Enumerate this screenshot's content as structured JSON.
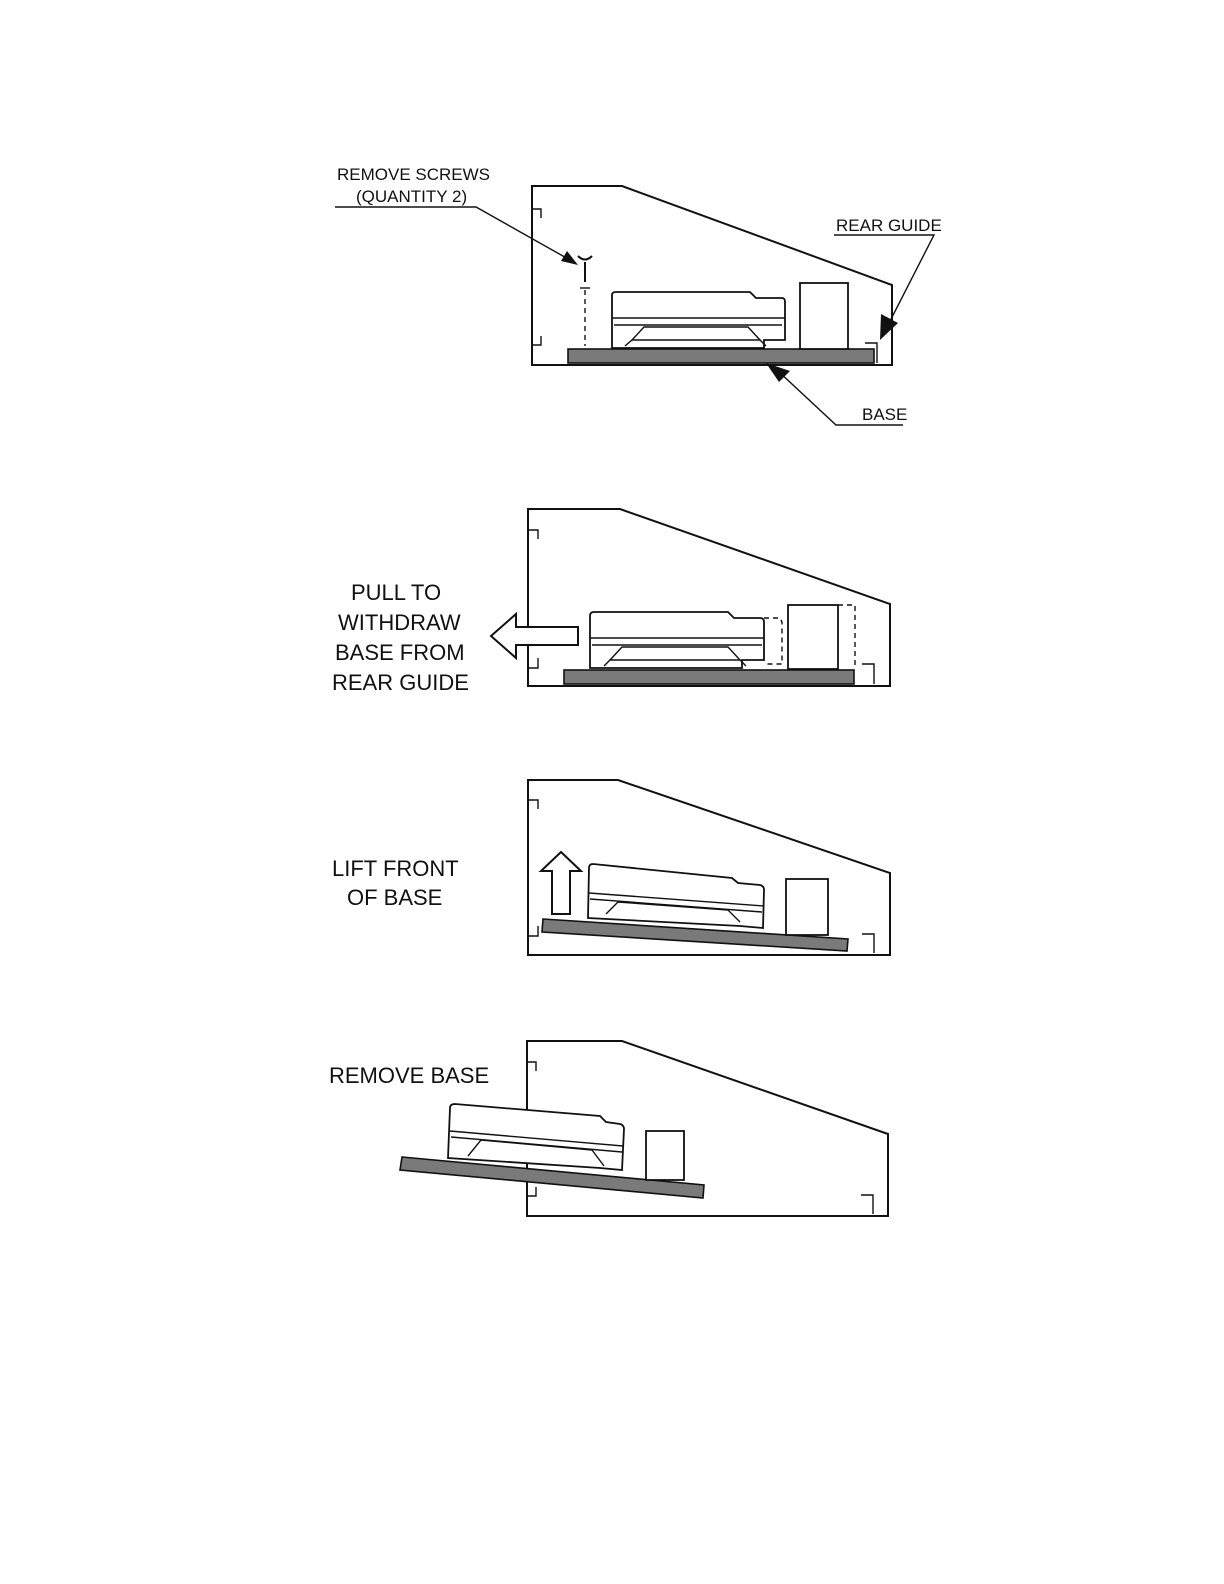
{
  "colors": {
    "line": "#111111",
    "base_fill": "#7a7a7a",
    "background": "#ffffff"
  },
  "steps": [
    {
      "callouts": {
        "screws_line1": "REMOVE SCREWS",
        "screws_line2": "(QUANTITY 2)",
        "rear_guide": "REAR GUIDE",
        "base": "BASE"
      }
    },
    {
      "instruction": [
        "PULL TO",
        "WITHDRAW",
        "BASE FROM",
        "REAR GUIDE"
      ],
      "arrow": "left-arrow-icon"
    },
    {
      "instruction": [
        "LIFT FRONT",
        "OF BASE"
      ],
      "arrow": "up-arrow-icon"
    },
    {
      "instruction": [
        "REMOVE BASE"
      ]
    }
  ]
}
